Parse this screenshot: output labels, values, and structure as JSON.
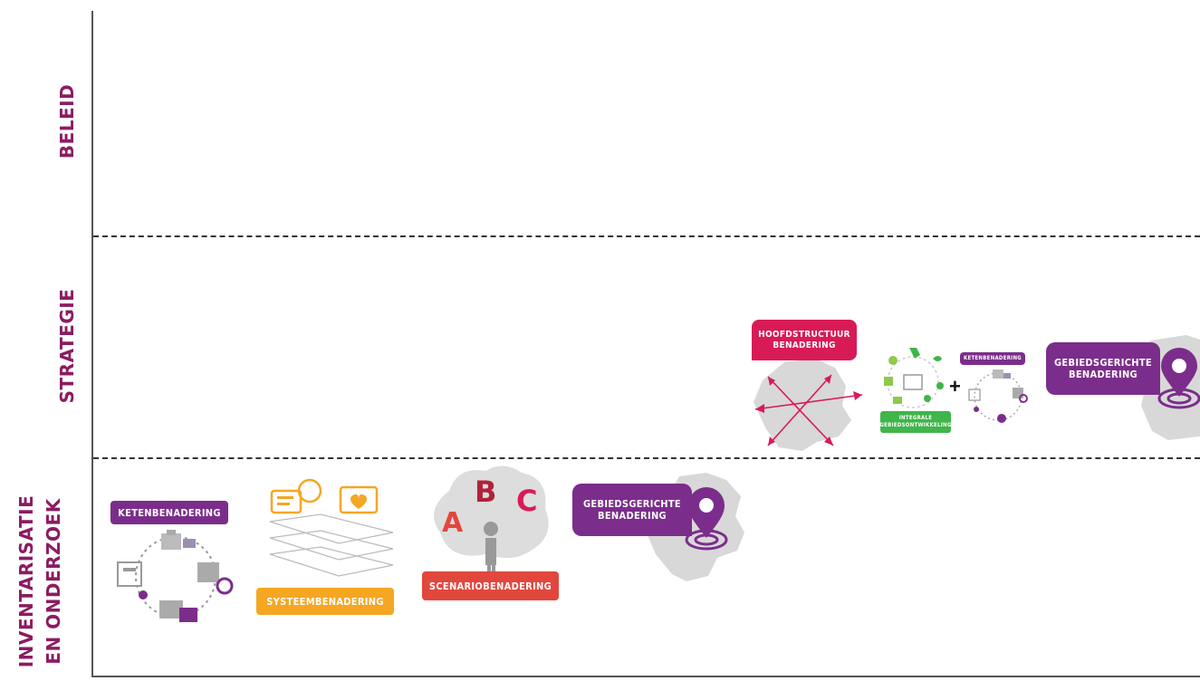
{
  "rows": {
    "beleid": "BELEID",
    "strategie": "STRATEGIE",
    "inventarisatie_line1": "INVENTARISATIE",
    "inventarisatie_line2": "EN ONDERZOEK"
  },
  "approaches": {
    "ketenbenadering": "KETENBENADERING",
    "systeembenadering": "SYSTEEMBENADERING",
    "scenariobenadering": "SCENARIOBENADERING",
    "scenario_letters": [
      "A",
      "B",
      "C"
    ],
    "gebiedsgerichte_line1": "GEBIEDSGERICHTE",
    "gebiedsgerichte_line2": "BENADERING",
    "hoofdstructuur_line1": "HOOFDSTRUCTUUR",
    "hoofdstructuur_line2": "BENADERING",
    "integrale_line1": "INTEGRALE",
    "integrale_line2": "GEBIEDSONTWIKKELING",
    "plus": "+",
    "ketenbenadering_small": "KETENBENADERING"
  },
  "colors": {
    "purple": "#7b2d8b",
    "orange": "#f5a623",
    "red": "#e2473e",
    "crimson": "#d81b56",
    "green": "#3fb54a",
    "row_label": "#8b1c62"
  },
  "icons": [
    "chain-cycle-icon",
    "speech-bubbles-icon",
    "layered-map-icon",
    "thinking-person-icon",
    "netherlands-map-icon",
    "location-pin-icon",
    "cross-arrows-icon",
    "recycle-icon",
    "butterfly-icon"
  ]
}
